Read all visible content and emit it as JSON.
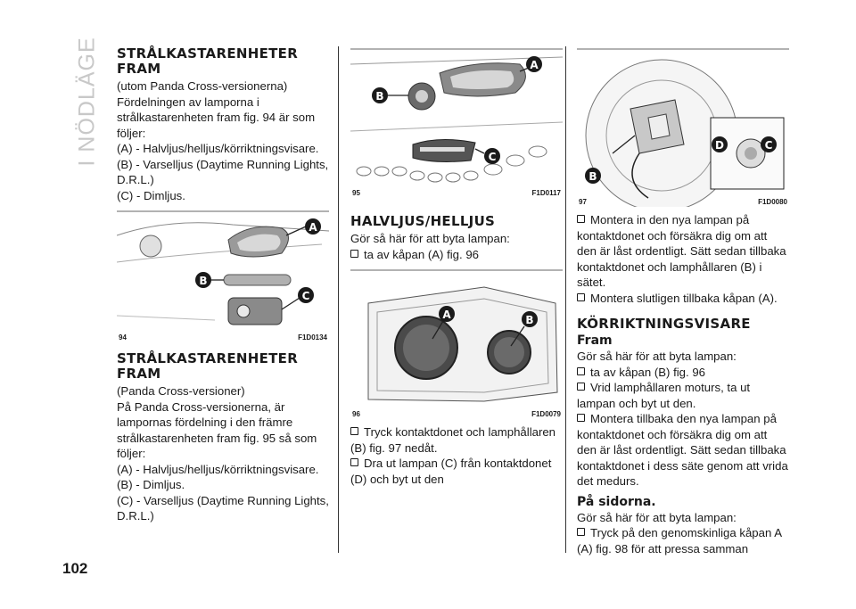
{
  "sidebar": {
    "title": "I NÖDLÄGE"
  },
  "page_number": "102",
  "col1": {
    "h1": "STRÅLKASTARENHETER FRAM",
    "p1": "(utom Panda Cross-versionerna)",
    "p2": "Fördelningen av lamporna i strålkastarenheten fram fig. 94 är som följer:",
    "p3": "(A) - Halvljus/helljus/körriktningsvisare.",
    "p4": "(B) - Varselljus (Daytime Running Lights, D.R.L.)",
    "p5": "(C) - Dimljus.",
    "fig94": {
      "number": "94",
      "code": "F1D0134",
      "labels": [
        "A",
        "B",
        "C"
      ]
    },
    "h2": "STRÅLKASTARENHETER FRAM",
    "p6": "(Panda Cross-versioner)",
    "p7": "På Panda Cross-versionerna, är lampornas fördelning i den främre strålkastarenheten fram fig. 95 så som följer:",
    "p8": "(A) - Halvljus/helljus/körriktningsvisare.",
    "p9": "(B) - Dimljus.",
    "p10": "(C) - Varselljus (Daytime Running Lights, D.R.L.)"
  },
  "col2": {
    "fig95": {
      "number": "95",
      "code": "F1D0117",
      "labels": [
        "A",
        "B",
        "C"
      ]
    },
    "h": "HALVLJUS/HELLJUS",
    "p1": "Gör så här för att byta lampan:",
    "b1": "ta av kåpan (A) fig. 96",
    "fig96": {
      "number": "96",
      "code": "F1D0079",
      "labels": [
        "A",
        "B"
      ]
    },
    "b2": "Tryck kontaktdonet och lamphållaren (B) fig. 97 nedåt.",
    "b3": "Dra ut lampan (C) från kontaktdonet (D) och byt ut den"
  },
  "col3": {
    "fig97": {
      "number": "97",
      "code": "F1D0080",
      "labels": [
        "B",
        "D",
        "C"
      ]
    },
    "b1": "Montera in den nya lampan på kontaktdonet och försäkra dig om att den är låst ordentligt. Sätt sedan tillbaka kontaktdonet och lamphållaren (B) i sätet.",
    "b2": "Montera slutligen tillbaka kåpan (A).",
    "h": "KÖRRIKTNINGSVISARE",
    "sub1": "Fram",
    "p1": "Gör så här för att byta lampan:",
    "b3": "ta av kåpan (B) fig. 96",
    "b4": "Vrid lamphållaren moturs, ta ut lampan och byt ut den.",
    "b5": "Montera tillbaka den nya lampan på kontaktdonet och försäkra dig om att den är låst ordentligt. Sätt sedan tillbaka kontaktdonet i dess säte genom att vrida det medurs.",
    "sub2": "På sidorna.",
    "p2": "Gör så här för att byta lampan:",
    "b6": "Tryck på den genomskinliga kåpan A (A) fig. 98 för att pressa samman"
  },
  "colors": {
    "badge": "#1a1a1a",
    "sidebar_text": "#c8c8c8"
  }
}
